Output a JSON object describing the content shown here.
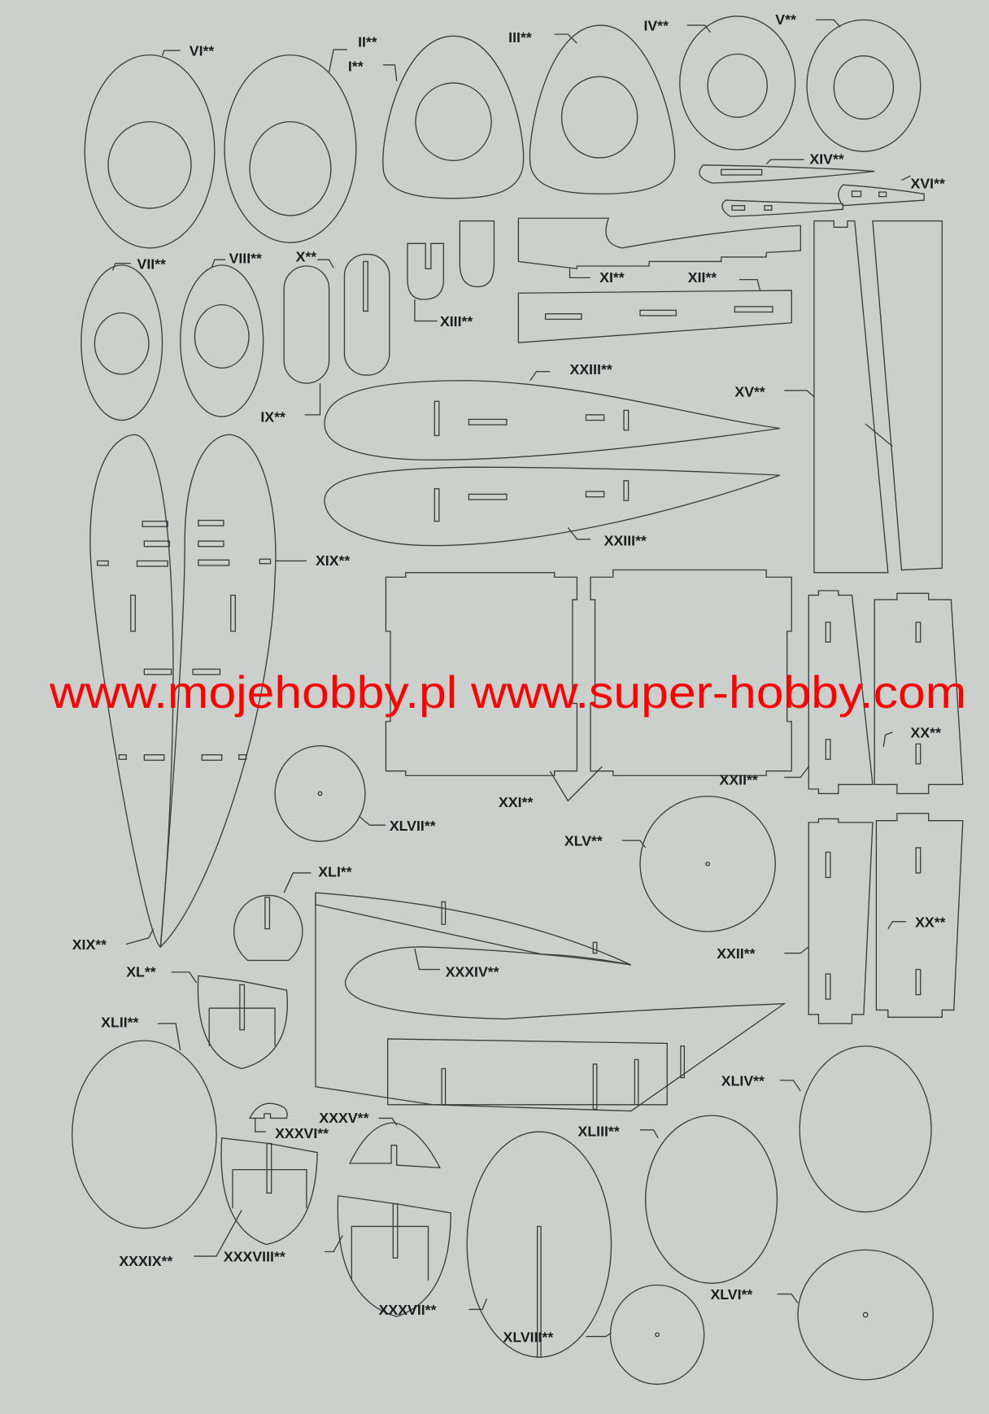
{
  "sheet": {
    "background_color": "#ccd0cd",
    "line_color": "#3a3d3c"
  },
  "watermark": {
    "text": "www.mojehobby.pl www.super-hobby.com",
    "color": "#ff0000"
  },
  "parts": {
    "I": "I**",
    "II": "II**",
    "III": "III**",
    "IV": "IV**",
    "V": "V**",
    "VI": "VI**",
    "VII": "VII**",
    "VIII": "VIII**",
    "IX": "IX**",
    "X": "X**",
    "XI": "XI**",
    "XII": "XII**",
    "XIII": "XIII**",
    "XIV": "XIV**",
    "XV": "XV**",
    "XVI": "XVI**",
    "XIX": "XIX**",
    "XX": "XX**",
    "XXI": "XXI**",
    "XXII": "XXII**",
    "XXIII": "XXIII**",
    "XXXIV": "XXXIV**",
    "XXXV": "XXXV**",
    "XXXVI": "XXXVI**",
    "XXXVII": "XXXVII**",
    "XXXVIII": "XXXVIII**",
    "XXXIX": "XXXIX**",
    "XL": "XL**",
    "XLI": "XLI**",
    "XLII": "XLII**",
    "XLIII": "XLIII**",
    "XLIV": "XLIV**",
    "XLV": "XLV**",
    "XLVI": "XLVI**",
    "XLVII": "XLVII**",
    "XLVIII": "XLVIII**"
  }
}
